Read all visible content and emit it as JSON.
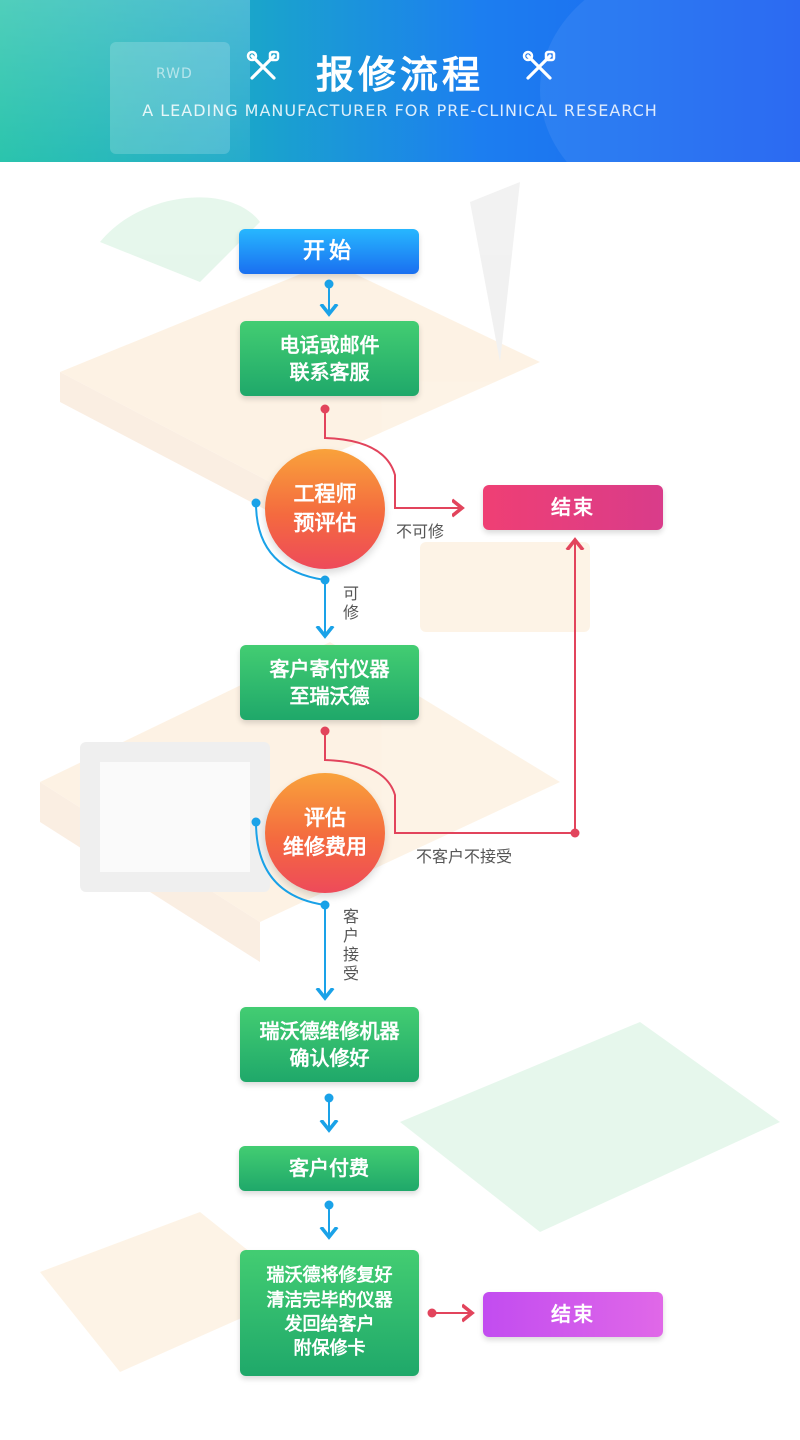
{
  "header": {
    "title": "报修流程",
    "subtitle": "A LEADING MANUFACTURER  FOR  PRE-CLINICAL RESEARCH",
    "brand_mark": "RWD"
  },
  "colors": {
    "blue": "#1a8cf4",
    "green": "#2bb56c",
    "red": "#e23f6f",
    "orange": "#f46a3f",
    "purple": "#cf58ec",
    "arrow_blue": "#1aa2e8",
    "arrow_red": "#e2445c"
  },
  "flow": {
    "start": "开始",
    "contact": "电话或邮件\n联系客服",
    "engineer_assess": "工程师\n预评估",
    "not_repairable": "不可修",
    "repairable": "可修",
    "end_top": "结束",
    "ship": "客户寄付仪器\n至瑞沃德",
    "estimate_cost": "评估\n维修费用",
    "customer_decline": "不客户不接受",
    "customer_accept": "客户接受",
    "repair": "瑞沃德维修机器\n确认修好",
    "pay": "客户付费",
    "return": "瑞沃德将修复好\n清洁完毕的仪器\n发回给客户\n附保修卡",
    "end_bottom": "结束"
  }
}
